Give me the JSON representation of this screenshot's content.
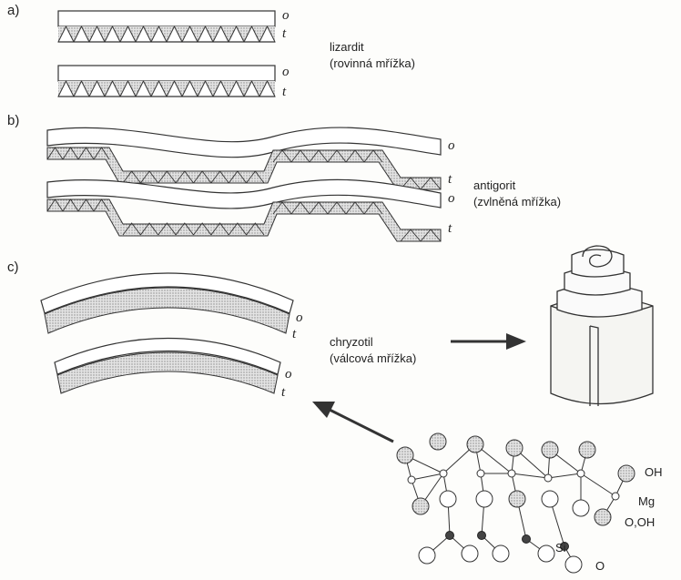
{
  "panels": [
    {
      "id": "a",
      "label": "a)",
      "mineral": "lizardit",
      "lattice": "(rovinná mřížka)"
    },
    {
      "id": "b",
      "label": "b)",
      "mineral": "antigorit",
      "lattice": "(zvlněná mřížka)"
    },
    {
      "id": "c",
      "label": "c)",
      "mineral": "chryzotil",
      "lattice": "(válcová mřížka)"
    }
  ],
  "layer_labels": {
    "octahedral": "o",
    "tetrahedral": "t"
  },
  "structure_labels": [
    "OH",
    "Mg",
    "O,OH",
    "Si",
    "O"
  ]
}
